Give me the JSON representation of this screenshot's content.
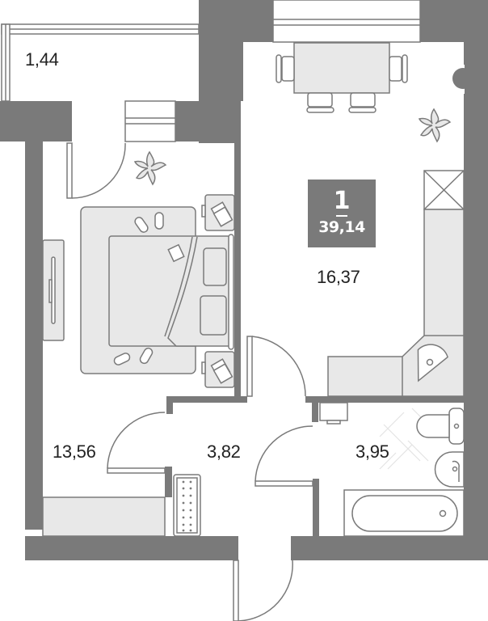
{
  "floor_plan": {
    "colors": {
      "wall": "#7a7a7a",
      "furniture_fill": "#e8e8e8",
      "furniture_stroke": "#7a7a7a",
      "badge_bg": "#7a7a7a",
      "badge_text": "#ffffff",
      "label_text": "#222222"
    },
    "summary_badge": {
      "rooms_count": "1",
      "total_area": "39,14"
    },
    "rooms": [
      {
        "id": "balcony",
        "area": "1,44"
      },
      {
        "id": "kitchen-living",
        "area": "16,37"
      },
      {
        "id": "bedroom",
        "area": "13,56"
      },
      {
        "id": "hallway",
        "area": "3,82"
      },
      {
        "id": "bathroom",
        "area": "3,95"
      }
    ],
    "furniture": [
      "dining-table",
      "chair",
      "chair",
      "chair",
      "chair",
      "plant",
      "plant",
      "double-bed",
      "nightstand",
      "nightstand",
      "slippers",
      "book",
      "wardrobe",
      "kitchen-counter",
      "stove",
      "corner-sink",
      "radiator",
      "ventilation-shaft",
      "toilet",
      "washbasin",
      "bathtub",
      "washing-machine",
      "boiler"
    ]
  }
}
